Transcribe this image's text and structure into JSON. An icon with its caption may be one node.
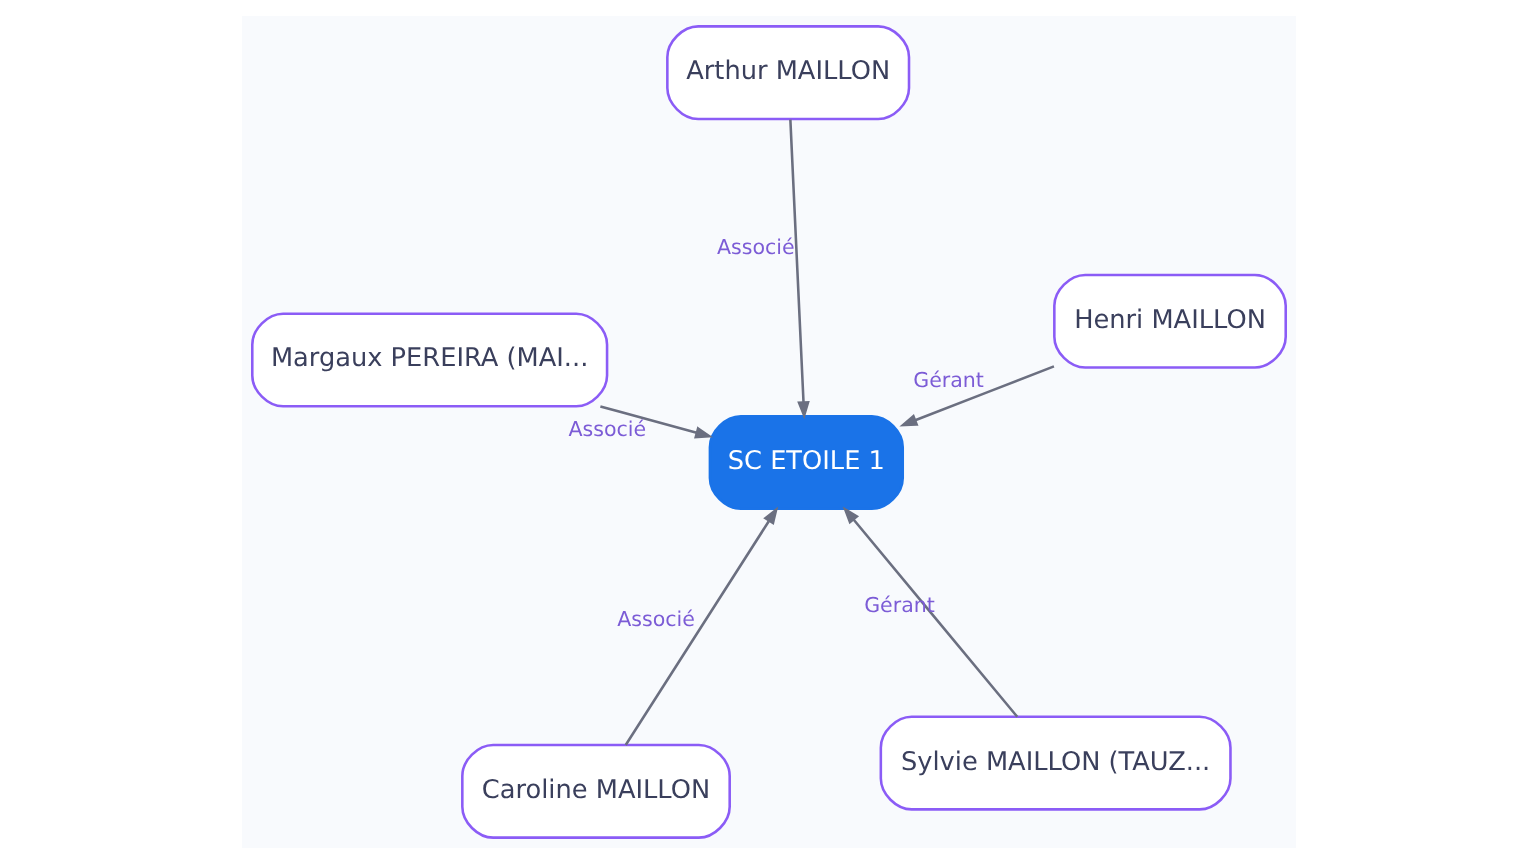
{
  "diagram": {
    "nodes": [
      {
        "text": [
          "SC ETOILE 1"
        ]
      },
      {
        "text": [
          "Sylvie MAILLON (TAUZ..."
        ]
      },
      {
        "text": [
          "Caroline MAILLON"
        ]
      },
      {
        "text": [
          "Margaux PEREIRA (MAI..."
        ]
      },
      {
        "text": [
          "Henri MAILLON"
        ]
      },
      {
        "text": [
          "Arthur MAILLON"
        ]
      }
    ],
    "edges": [
      {
        "from": 1,
        "to": 0,
        "arrow": "to",
        "label": "Gérant"
      },
      {
        "from": 2,
        "to": 0,
        "arrow": "to",
        "label": "Associé"
      },
      {
        "from": 3,
        "to": 0,
        "arrow": "to",
        "label": "Associé"
      },
      {
        "from": 4,
        "to": 0,
        "arrow": "to",
        "label": "Gérant"
      },
      {
        "from": 5,
        "to": 0,
        "arrow": "to",
        "label": "Associé"
      }
    ]
  }
}
